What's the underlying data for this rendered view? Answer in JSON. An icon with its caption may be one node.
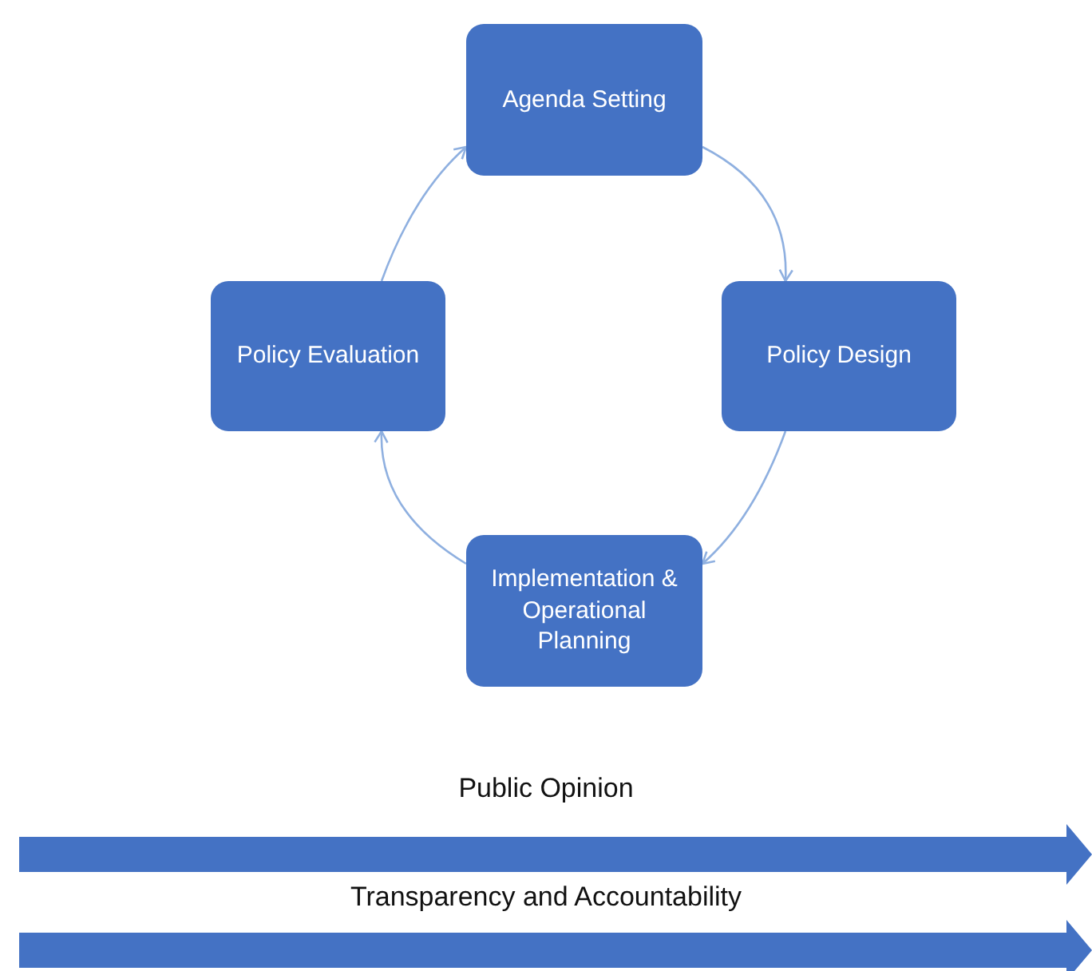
{
  "diagram": {
    "nodes": [
      {
        "text": [
          "Agenda Setting"
        ]
      },
      {
        "text": [
          "Policy Design"
        ]
      },
      {
        "text": [
          "Implementation & Operational Planning"
        ]
      },
      {
        "text": [
          "Policy Evaluation"
        ]
      }
    ],
    "edges": [
      {
        "from": 0,
        "to": 1,
        "arrow": "to"
      },
      {
        "from": 1,
        "to": 2,
        "arrow": "to"
      },
      {
        "from": 2,
        "to": 3,
        "arrow": "to"
      },
      {
        "from": 3,
        "to": 0,
        "arrow": "to"
      }
    ],
    "labels": [
      "Public Opinion",
      "Transparency and Accountability"
    ]
  }
}
